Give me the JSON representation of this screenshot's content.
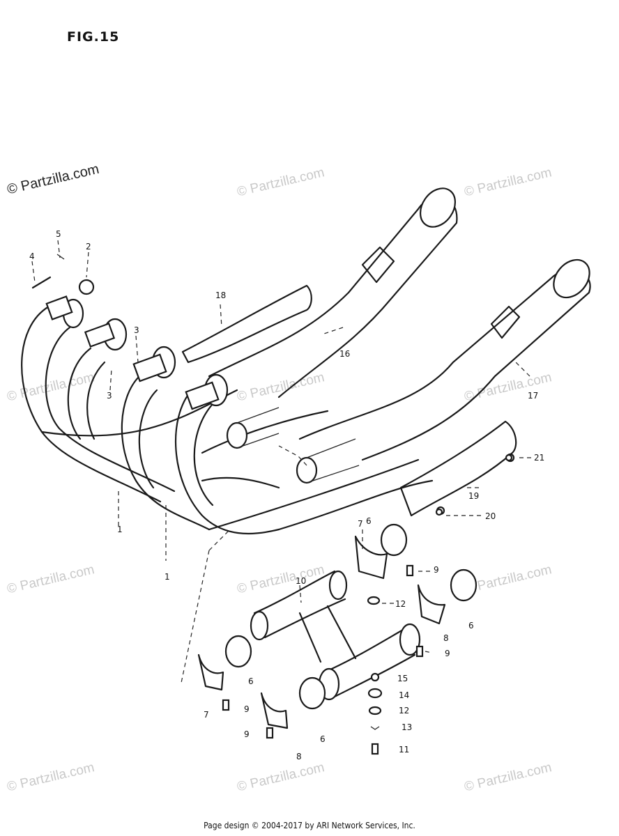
{
  "figure": {
    "title": "FIG.15"
  },
  "watermark": {
    "text": "© Partzilla.com"
  },
  "footer": {
    "text": "Page design © 2004-2017 by ARI Network Services, Inc."
  },
  "callouts": [
    "1",
    "1",
    "2",
    "3",
    "3",
    "4",
    "5",
    "6",
    "6",
    "6",
    "6",
    "7",
    "7",
    "8",
    "8",
    "9",
    "9",
    "9",
    "9",
    "10",
    "11",
    "12",
    "12",
    "13",
    "14",
    "15",
    "16",
    "17",
    "18",
    "19",
    "20",
    "21"
  ]
}
